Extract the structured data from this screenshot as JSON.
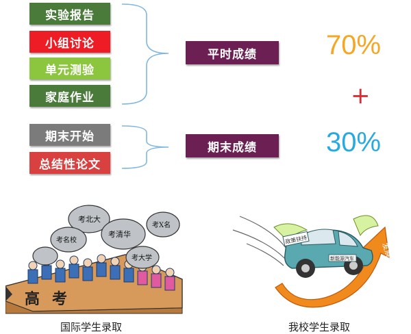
{
  "categories": [
    {
      "label": "实验报告",
      "color": "#4a7b3b"
    },
    {
      "label": "小组讨论",
      "color": "#ee1c25"
    },
    {
      "label": "单元测验",
      "color": "#8cc63f"
    },
    {
      "label": "家庭作业",
      "color": "#4a7b3b"
    },
    {
      "label": "期末开始",
      "color": "#7b7b7b"
    },
    {
      "label": "总结性论文",
      "color": "#d94040"
    }
  ],
  "groups": [
    {
      "label": "平时成绩",
      "percent": "70%",
      "color": "#6b1f53",
      "percent_color": "#f5a623"
    },
    {
      "label": "期末成绩",
      "percent": "30%",
      "color": "#6b1f53",
      "percent_color": "#29a9e1"
    }
  ],
  "plus": "+",
  "plus_color": "#e8262f",
  "illustrations": {
    "left": {
      "bags": [
        "考北大",
        "考清华",
        "考名校",
        "考大学",
        "考X名"
      ],
      "road": "高考",
      "caption": "国际学生录取"
    },
    "right": {
      "car_sign": "政策扶持",
      "car_plate": "新能源汽车",
      "arrow_text": "发展前景",
      "caption": "我校学生录取"
    }
  }
}
